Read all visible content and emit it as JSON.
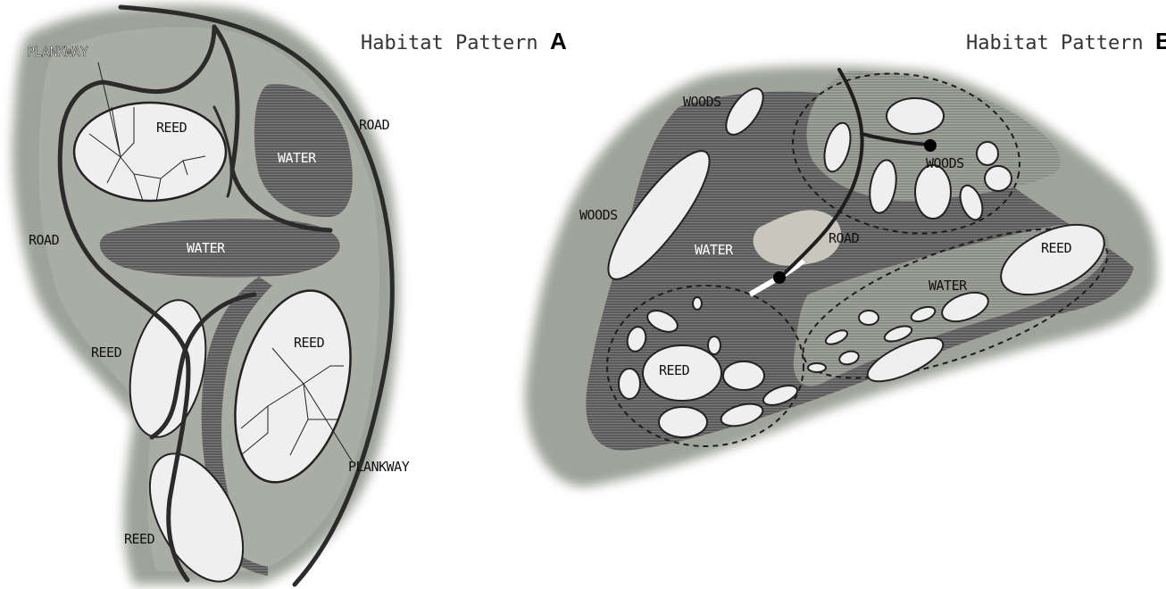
{
  "panel_a": {
    "title_prefix": "Habitat Pattern",
    "title_letter": "A",
    "labels": {
      "plankway_top": "PLANKWAY",
      "reed_top": "REED",
      "water_upper": "WATER",
      "road_right": "ROAD",
      "road_left": "ROAD",
      "water_mid": "WATER",
      "reed_left": "REED",
      "reed_right": "REED",
      "plankway_bottom": "PLANKWAY",
      "reed_bottom": "REED"
    }
  },
  "panel_b": {
    "title_prefix": "Habitat Pattern",
    "title_letter": "B",
    "labels": {
      "woods_top": "WOODS",
      "woods_left": "WOODS",
      "woods_right": "WOODS",
      "water_center": "WATER",
      "road": "ROAD",
      "water_right": "WATER",
      "reed_right": "REED",
      "reed_bottom": "REED"
    }
  },
  "colors": {
    "water": "#5e5e5e",
    "reed_fill": "#efefef",
    "land": "#a6a9a0",
    "road_stroke": "#2b2b2b"
  }
}
